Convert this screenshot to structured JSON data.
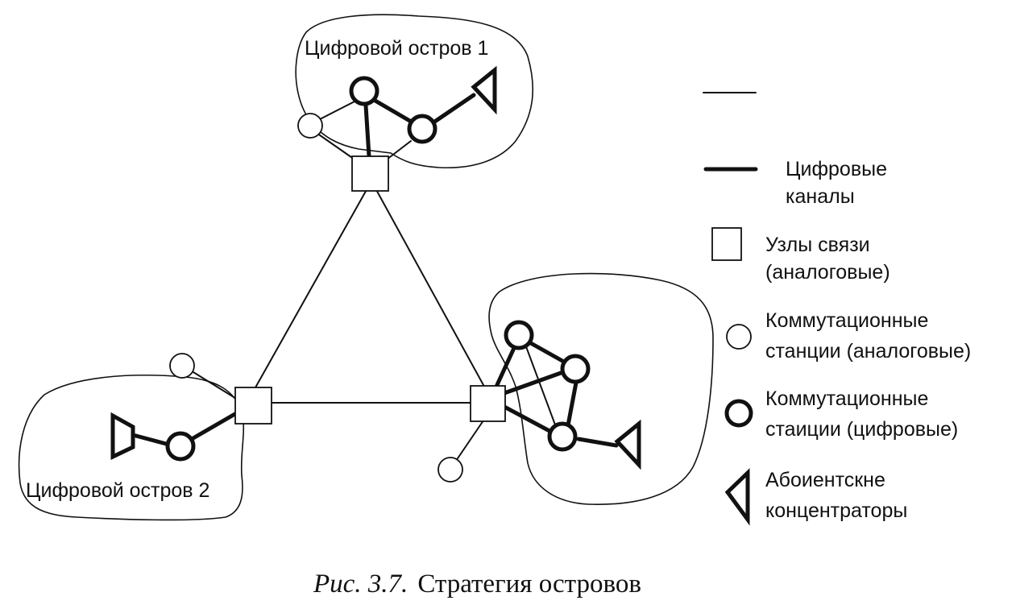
{
  "islands": [
    {
      "id": "island-1",
      "label": "Цифровой остров 1"
    },
    {
      "id": "island-2",
      "label": "Цифровой остров 2"
    },
    {
      "id": "island-3",
      "label": ""
    }
  ],
  "legend": {
    "thin_line": {
      "text": ""
    },
    "thick_line": {
      "line1": "Цифровые",
      "line2": "каналы"
    },
    "node": {
      "line1": "Узлы связи",
      "line2": "(аналоговые)"
    },
    "analog_station": {
      "line1": "Коммутационные",
      "line2": "станции (аналоговые)"
    },
    "digital_station": {
      "line1": "Коммутационные",
      "line2": "стаиции (цифровые)"
    },
    "concentrator": {
      "line1": "Абоиентскне",
      "line2": "концентраторы"
    }
  },
  "caption": {
    "prefix": "Рис. 3.7.",
    "title": "Стратегия островов"
  }
}
